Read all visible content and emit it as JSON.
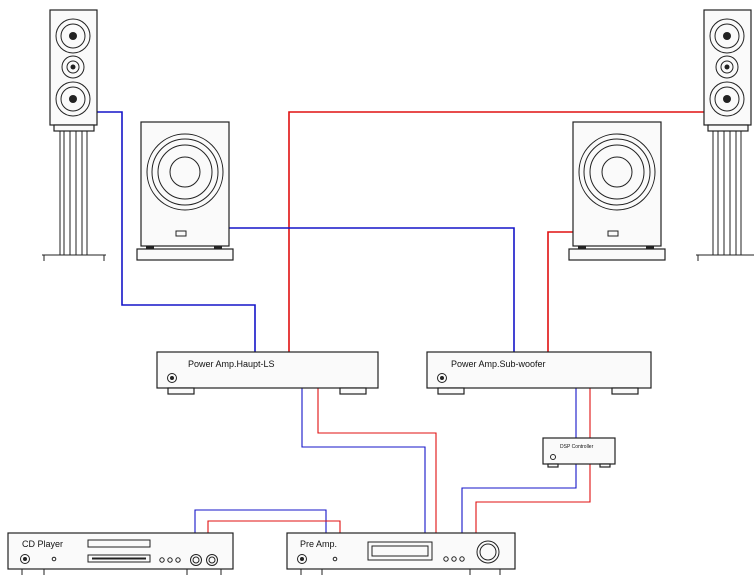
{
  "devices": {
    "power_amp_main": "Power Amp.Haupt-LS",
    "power_amp_sub": "Power Amp.Sub-woofer",
    "dsp": "DSP Controller",
    "cd_player": "CD Player",
    "pre_amp": "Pre Amp."
  },
  "colors": {
    "cable_left": "#1515c8",
    "cable_right": "#e01010",
    "outline": "#222222"
  },
  "icons": [
    "floor-speaker-icon",
    "subwoofer-icon",
    "amplifier-icon",
    "cd-player-icon",
    "pre-amp-icon",
    "dsp-controller-icon"
  ]
}
